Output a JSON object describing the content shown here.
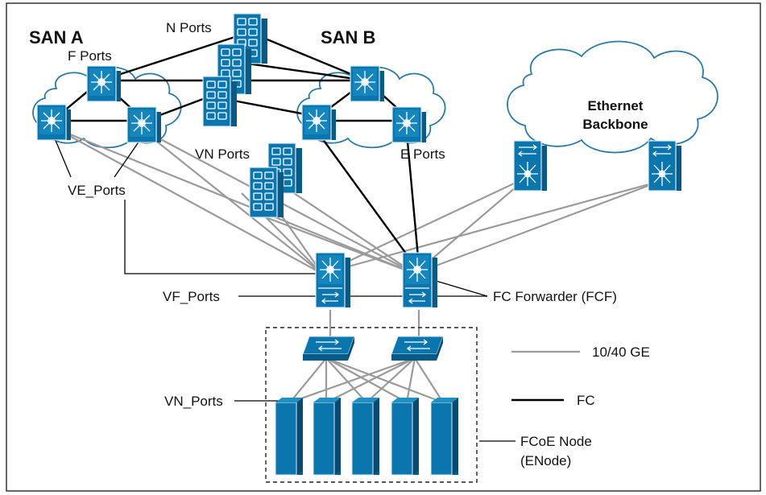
{
  "labels": {
    "san_a": "SAN A",
    "san_b": "SAN B",
    "n_ports": "N Ports",
    "f_ports": "F Ports",
    "ethernet_line1": "Ethernet",
    "ethernet_line2": "Backbone",
    "vn_ports": "VN Ports",
    "e_ports": "E Ports",
    "ve_ports": "VE_Ports",
    "vf_ports": "VF_Ports",
    "fcf": "FC Forwarder (FCF)",
    "vn_ports_node": "VN_Ports",
    "fcoe_line1": "FCoE Node",
    "fcoe_line2": "(ENode)"
  },
  "legend": [
    {
      "label": "10/40 GE",
      "style": "gray"
    },
    {
      "label": "FC",
      "style": "black"
    }
  ],
  "colors": {
    "device_blue": "#0a76ad",
    "cloud_outline": "#2a7aa6",
    "ethernet_link": "#9a9a9a",
    "fc_link": "#000000"
  }
}
